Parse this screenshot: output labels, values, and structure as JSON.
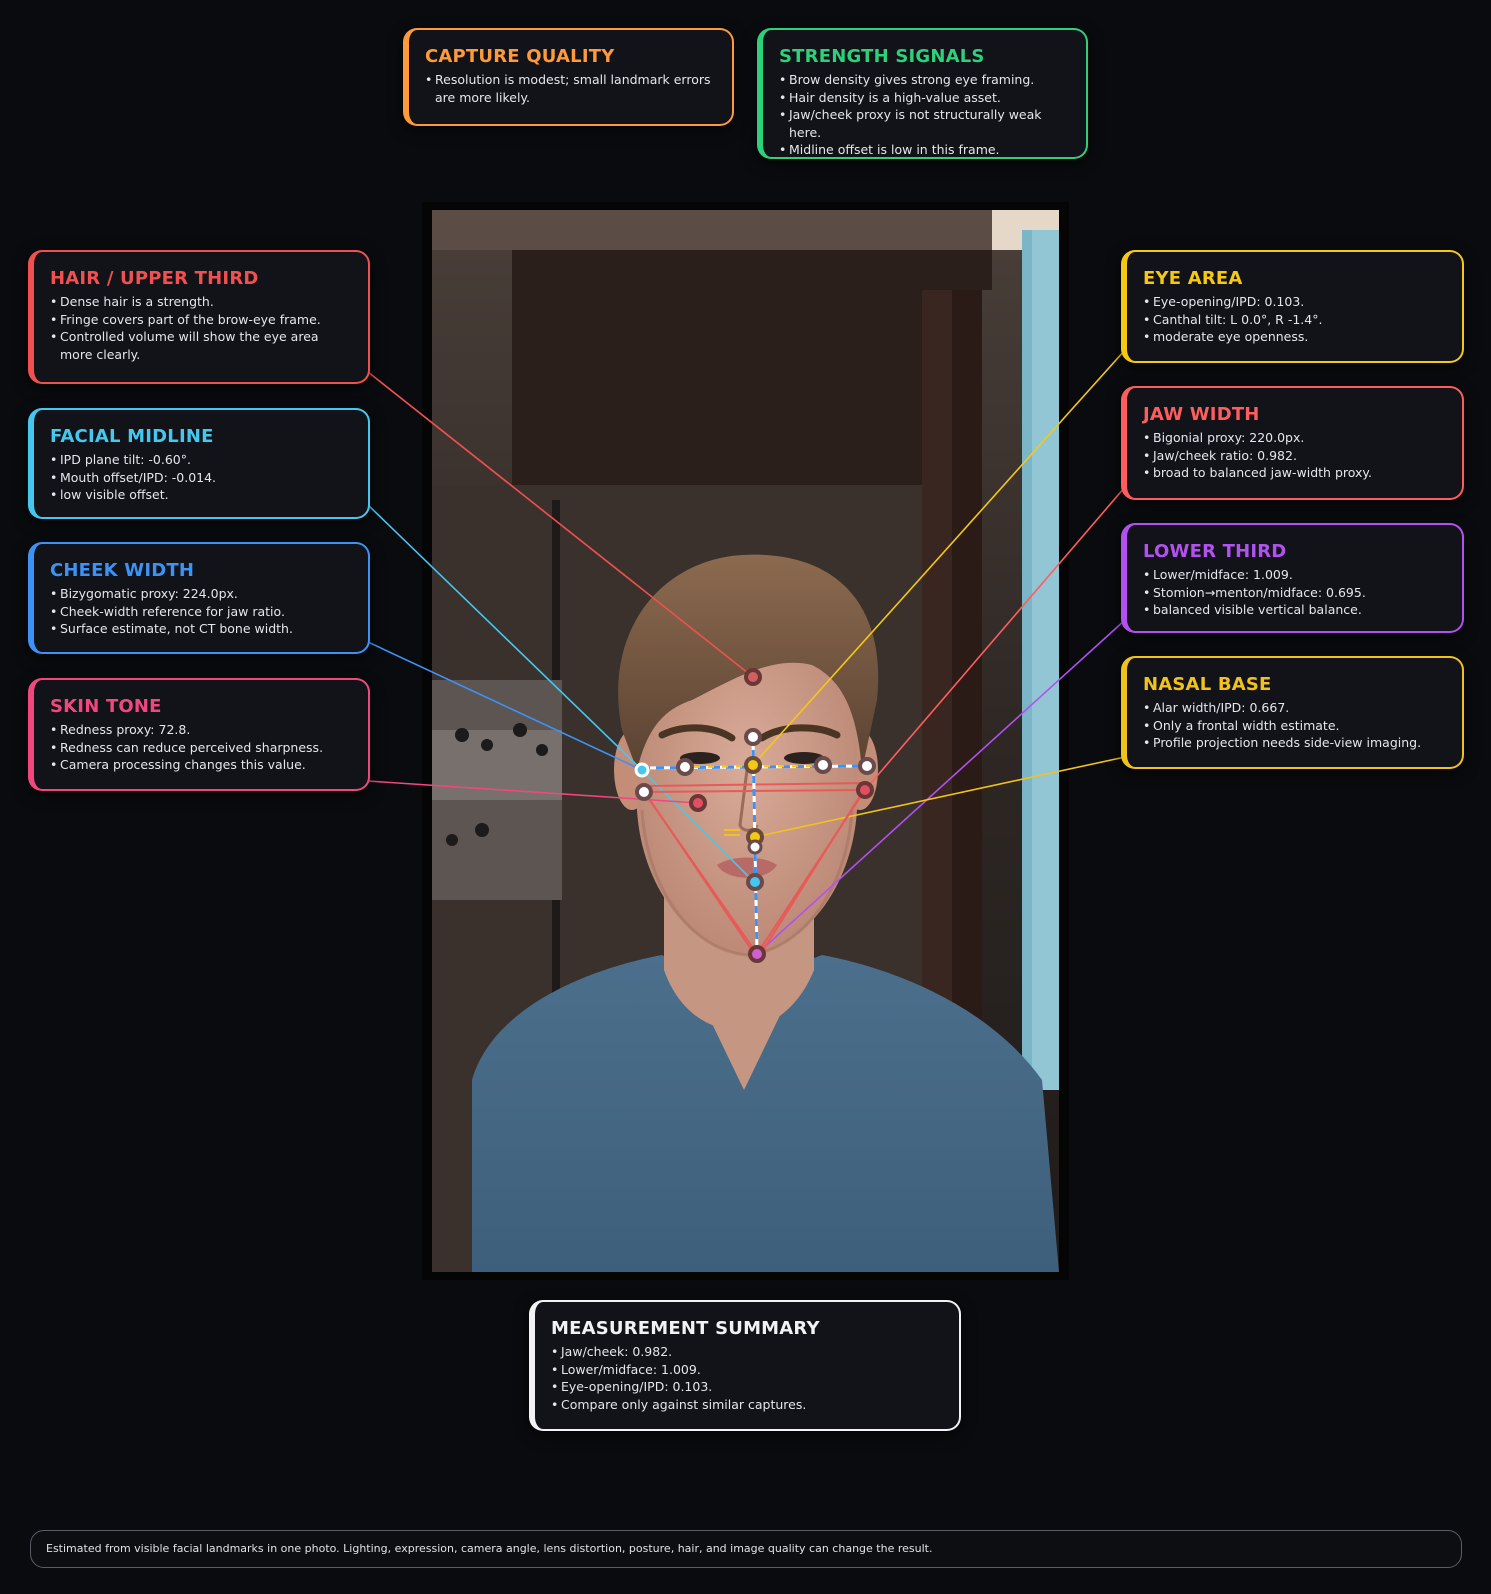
{
  "colors": {
    "orange": "#ff9a3c",
    "green": "#2fd07b",
    "red": "#f0504f",
    "sky": "#45c8f0",
    "blue": "#3d92f5",
    "pink": "#f0487e",
    "yellow": "#f5c813",
    "coral": "#ff5d5d",
    "violet": "#b251f0",
    "gold": "#f2c21c",
    "white": "#f2f2f4"
  },
  "cards": {
    "capture_quality": {
      "title": "CAPTURE QUALITY",
      "items": [
        "Resolution is modest; small landmark errors are more likely."
      ]
    },
    "strength_signals": {
      "title": "STRENGTH SIGNALS",
      "items": [
        "Brow density gives strong eye framing.",
        "Hair density is a high-value asset.",
        "Jaw/cheek proxy is not structurally weak here.",
        "Midline offset is low in this frame."
      ]
    },
    "hair_upper_third": {
      "title": "HAIR / UPPER THIRD",
      "items": [
        "Dense hair is a strength.",
        "Fringe covers part of the brow-eye frame.",
        "Controlled volume will show the eye area more clearly."
      ]
    },
    "facial_midline": {
      "title": "FACIAL MIDLINE",
      "items": [
        "IPD plane tilt: -0.60°.",
        "Mouth offset/IPD: -0.014.",
        "low visible offset."
      ]
    },
    "cheek_width": {
      "title": "CHEEK WIDTH",
      "items": [
        "Bizygomatic proxy: 224.0px.",
        "Cheek-width reference for jaw ratio.",
        "Surface estimate, not CT bone width."
      ]
    },
    "skin_tone": {
      "title": "SKIN TONE",
      "items": [
        "Redness proxy: 72.8.",
        "Redness can reduce perceived sharpness.",
        "Camera processing changes this value."
      ]
    },
    "eye_area": {
      "title": "EYE AREA",
      "items": [
        "Eye-opening/IPD: 0.103.",
        "Canthal tilt: L 0.0°, R -1.4°.",
        "moderate eye openness."
      ]
    },
    "jaw_width": {
      "title": "JAW WIDTH",
      "items": [
        "Bigonial proxy: 220.0px.",
        "Jaw/cheek ratio: 0.982.",
        "broad to balanced jaw-width proxy."
      ]
    },
    "lower_third": {
      "title": "LOWER THIRD",
      "items": [
        "Lower/midface: 1.009.",
        "Stomion→menton/midface: 0.695.",
        "balanced visible vertical balance."
      ]
    },
    "nasal_base": {
      "title": "NASAL BASE",
      "items": [
        "Alar width/IPD: 0.667.",
        "Only a frontal width estimate.",
        "Profile projection needs side-view imaging."
      ]
    },
    "measurement_summary": {
      "title": "MEASUREMENT SUMMARY",
      "items": [
        "Jaw/cheek: 0.982.",
        "Lower/midface: 1.009.",
        "Eye-opening/IPD: 0.103.",
        "Compare only against similar captures."
      ]
    }
  },
  "footer": "Estimated from visible facial landmarks in one photo. Lighting, expression, camera angle, lens distortion, posture, hair, and image quality can change the result."
}
